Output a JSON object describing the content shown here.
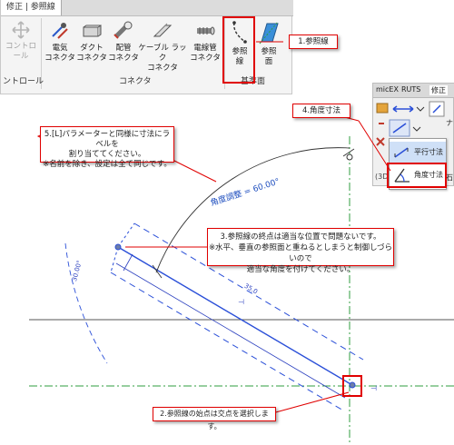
{
  "ribbon": {
    "tab_label": "修正 | 参照線",
    "buttons": [
      {
        "id": "control",
        "label": "コントロール",
        "enabled": false
      },
      {
        "id": "electric",
        "label": "電気\nコネクタ"
      },
      {
        "id": "duct",
        "label": "ダクト\nコネクタ"
      },
      {
        "id": "pipe",
        "label": "配管\nコネクタ"
      },
      {
        "id": "cable-tray",
        "label": "ケーブル ラック\nコネクタ"
      },
      {
        "id": "conduit",
        "label": "電線管\nコネクタ"
      },
      {
        "id": "ref-line",
        "label": "参照\n線"
      },
      {
        "id": "ref-plane",
        "label": "参照\n面"
      }
    ],
    "groups": [
      "ントロール",
      "コネクタ",
      "基準面"
    ]
  },
  "mini_panel": {
    "tabs": [
      "micEX",
      "RUTS",
      "修正"
    ],
    "side_items": [
      "ナ",
      "石"
    ],
    "view_tab": "(3D)",
    "dropdown": {
      "items": [
        "平行寸法",
        "角度寸法"
      ]
    }
  },
  "callouts": {
    "c1": "1.参照線",
    "c2": "2.参照線の始点は交点を選択します。",
    "c3_line1": "3.参照線の終点は適当な位置で問題ないです。",
    "c3_line2": "※水平、垂直の参照面と重ねるとしまうと制御しづらいので",
    "c3_line3": "適当な角度を付けてください。",
    "c4": "4.角度寸法",
    "c5_line1": "5.[L]パラメーターと同様に寸法にラベルを",
    "c5_line2": "割り当ててください。",
    "c5_line3": "※名前を除き、設定は全て同じです。"
  },
  "drawing": {
    "angle_label": "角度調整 = 60.00°",
    "angle_value_side": "30.00°",
    "length_label": "35.0",
    "lock_glyph": "⊣"
  },
  "colors": {
    "callout_border": "#e00000",
    "angle_text": "#1f4fbf",
    "ref_plane_green": "#2f9e3f",
    "selection_blue": "#2a4fd8",
    "dim_blue": "#2a3fbf"
  }
}
